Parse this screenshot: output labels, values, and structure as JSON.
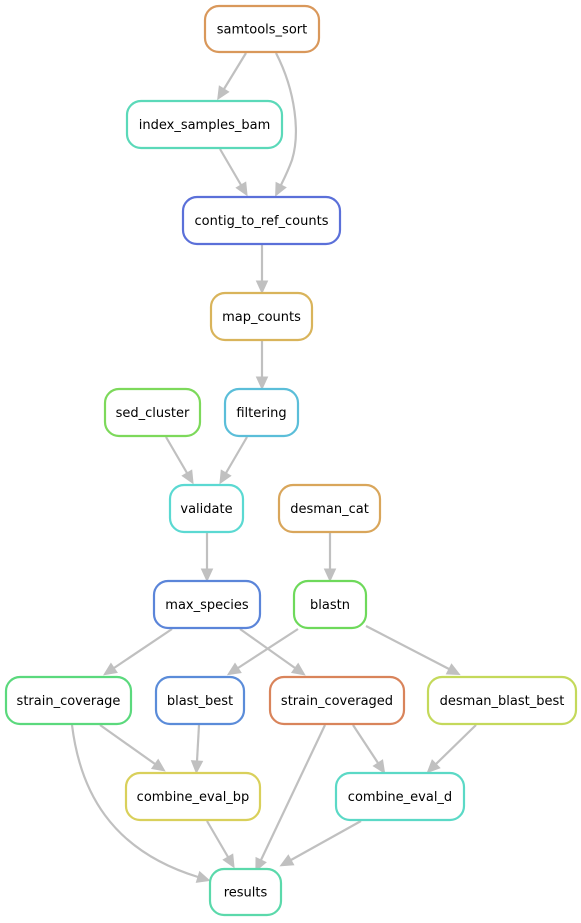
{
  "diagram": {
    "type": "workflow-dag",
    "nodes": [
      {
        "id": "samtools_sort",
        "label": "samtools_sort",
        "color": "#D9985B"
      },
      {
        "id": "index_samples_bam",
        "label": "index_samples_bam",
        "color": "#5BD9B9"
      },
      {
        "id": "contig_to_ref_counts",
        "label": "contig_to_ref_counts",
        "color": "#5B70D9"
      },
      {
        "id": "map_counts",
        "label": "map_counts",
        "color": "#D9B45B"
      },
      {
        "id": "sed_cluster",
        "label": "sed_cluster",
        "color": "#7DD95B"
      },
      {
        "id": "filtering",
        "label": "filtering",
        "color": "#5BBED9"
      },
      {
        "id": "validate",
        "label": "validate",
        "color": "#5BD9D2"
      },
      {
        "id": "desman_cat",
        "label": "desman_cat",
        "color": "#D9A65B"
      },
      {
        "id": "max_species",
        "label": "max_species",
        "color": "#5B85D9"
      },
      {
        "id": "blastn",
        "label": "blastn",
        "color": "#6ED95B"
      },
      {
        "id": "strain_coverage",
        "label": "strain_coverage",
        "color": "#5BD97D"
      },
      {
        "id": "blast_best",
        "label": "blast_best",
        "color": "#5B8CD9"
      },
      {
        "id": "strain_coveraged",
        "label": "strain_coveraged",
        "color": "#D9845B"
      },
      {
        "id": "desman_blast_best",
        "label": "desman_blast_best",
        "color": "#C4D95B"
      },
      {
        "id": "combine_eval_bp",
        "label": "combine_eval_bp",
        "color": "#D9D05B"
      },
      {
        "id": "combine_eval_d",
        "label": "combine_eval_d",
        "color": "#5BD9C6"
      },
      {
        "id": "results",
        "label": "results",
        "color": "#5BD9AB"
      }
    ],
    "edges": [
      {
        "from": "samtools_sort",
        "to": "index_samples_bam"
      },
      {
        "from": "samtools_sort",
        "to": "contig_to_ref_counts"
      },
      {
        "from": "index_samples_bam",
        "to": "contig_to_ref_counts"
      },
      {
        "from": "contig_to_ref_counts",
        "to": "map_counts"
      },
      {
        "from": "map_counts",
        "to": "filtering"
      },
      {
        "from": "sed_cluster",
        "to": "validate"
      },
      {
        "from": "filtering",
        "to": "validate"
      },
      {
        "from": "validate",
        "to": "max_species"
      },
      {
        "from": "desman_cat",
        "to": "blastn"
      },
      {
        "from": "max_species",
        "to": "strain_coverage"
      },
      {
        "from": "max_species",
        "to": "strain_coveraged"
      },
      {
        "from": "blastn",
        "to": "blast_best"
      },
      {
        "from": "blastn",
        "to": "desman_blast_best"
      },
      {
        "from": "strain_coverage",
        "to": "combine_eval_bp"
      },
      {
        "from": "strain_coverage",
        "to": "results"
      },
      {
        "from": "blast_best",
        "to": "combine_eval_bp"
      },
      {
        "from": "strain_coveraged",
        "to": "combine_eval_d"
      },
      {
        "from": "strain_coveraged",
        "to": "results"
      },
      {
        "from": "desman_blast_best",
        "to": "combine_eval_d"
      },
      {
        "from": "combine_eval_bp",
        "to": "results"
      },
      {
        "from": "combine_eval_d",
        "to": "results"
      }
    ]
  }
}
